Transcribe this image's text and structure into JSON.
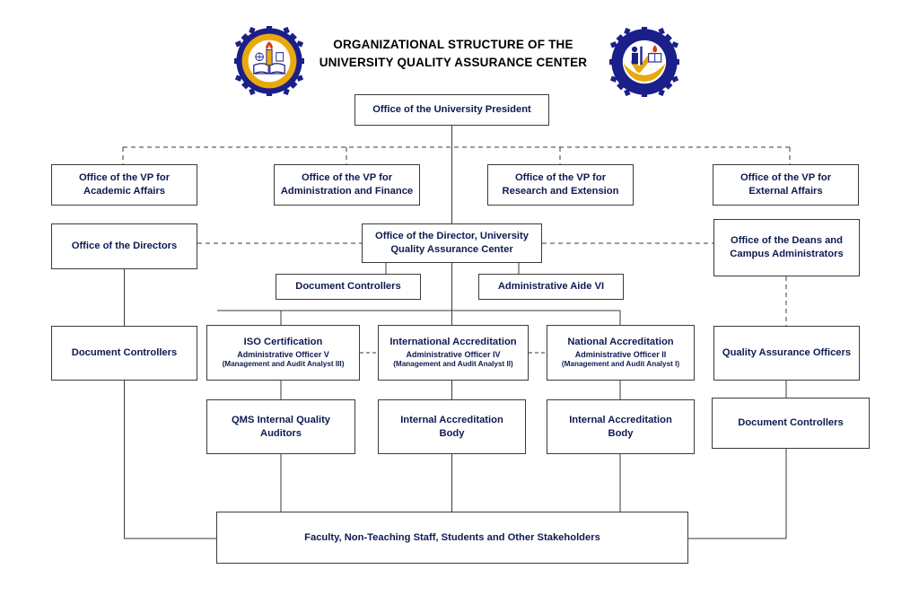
{
  "header": {
    "title_line1": "ORGANIZATIONAL STRUCTURE OF THE",
    "title_line2": "UNIVERSITY QUALITY ASSURANCE CENTER",
    "seal_left": "university-seal-left",
    "seal_right": "university-seal-right",
    "seal_left_ring_color": "#1b1f8a",
    "seal_left_field_color": "#e8a80e",
    "seal_right_ring_color": "#1b1f8a",
    "seal_right_field_color": "#ffffff"
  },
  "theme": {
    "text_color": "#0e1a52",
    "border_color": "#3a3a3a",
    "connector_color": "#3a3a3a",
    "background": "#ffffff"
  },
  "nodes": {
    "president": {
      "title": "Office of the University President"
    },
    "vp_academic": {
      "line1": "Office of the VP for",
      "line2": "Academic Affairs"
    },
    "vp_admin": {
      "line1": "Office of the VP for",
      "line2": "Administration and Finance"
    },
    "vp_research": {
      "line1": "Office of the VP for",
      "line2": "Research and Extension"
    },
    "vp_external": {
      "line1": "Office of the VP for",
      "line2": "External Affairs"
    },
    "office_directors": {
      "title": "Office of the Directors"
    },
    "director_uqac": {
      "line1": "Office of the Director, University",
      "line2": "Quality Assurance Center"
    },
    "office_deans": {
      "line1": "Office of the Deans and",
      "line2": "Campus Administrators"
    },
    "document_controllers_center": {
      "title": "Document Controllers"
    },
    "admin_aide": {
      "title": "Administrative Aide VI"
    },
    "document_controllers_left": {
      "title": "Document Controllers"
    },
    "iso_certification": {
      "title": "ISO Certification",
      "role": "Administrative Officer V",
      "parenthetical": "(Management and Audit Analyst III)"
    },
    "international_accreditation": {
      "title": "International Accreditation",
      "role": "Administrative Officer IV",
      "parenthetical": "(Management and Audit Analyst II)"
    },
    "national_accreditation": {
      "title": "National Accreditation",
      "role": "Administrative Officer II",
      "parenthetical": "(Management and Audit Analyst I)"
    },
    "qa_officers": {
      "title": "Quality Assurance Officers"
    },
    "qms_auditors": {
      "line1": "QMS Internal Quality",
      "line2": "Auditors"
    },
    "internal_accreditation_body_1": {
      "line1": "Internal Accreditation",
      "line2": "Body"
    },
    "internal_accreditation_body_2": {
      "line1": "Internal Accreditation",
      "line2": "Body"
    },
    "document_controllers_right": {
      "title": "Document Controllers"
    },
    "stakeholders": {
      "title": "Faculty, Non-Teaching Staff, Students and Other Stakeholders"
    }
  }
}
